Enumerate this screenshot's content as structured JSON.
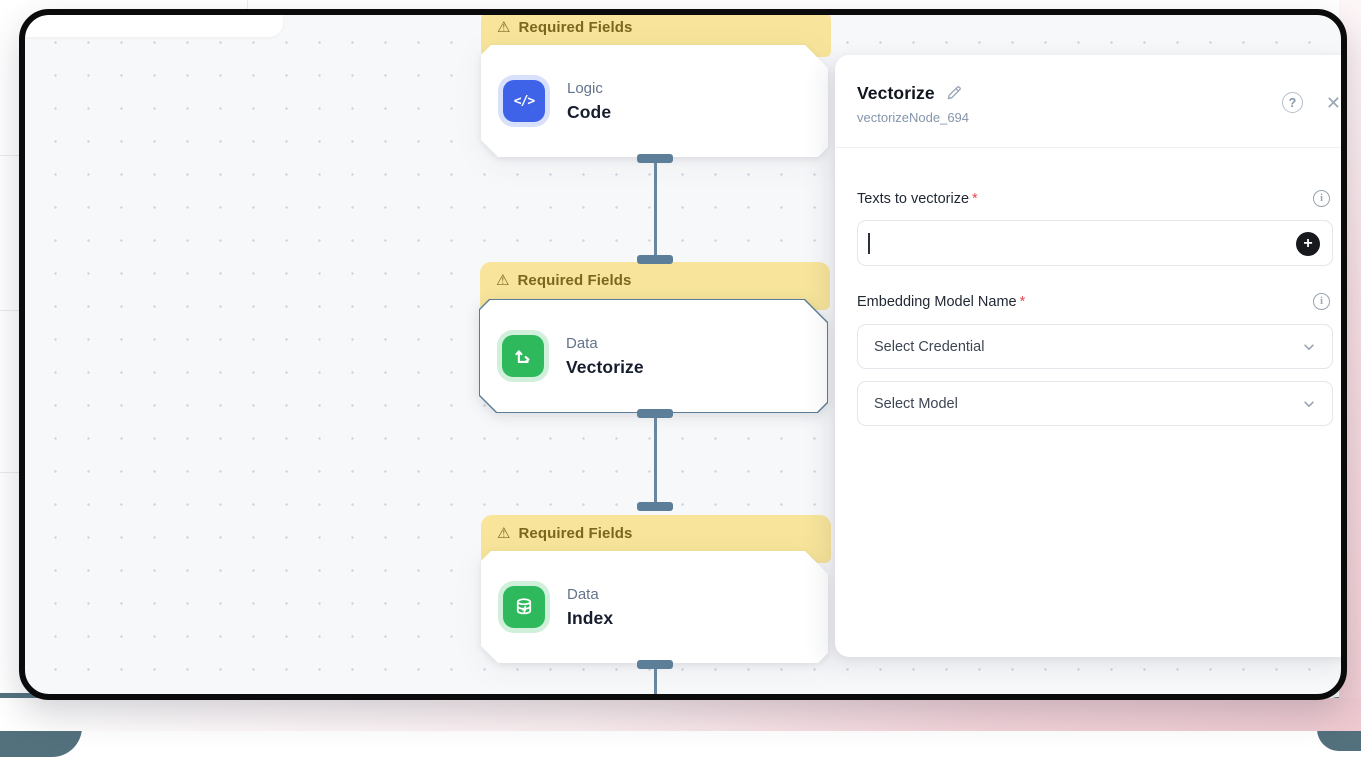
{
  "canvas": {
    "banner_text": "Required Fields",
    "nodes": [
      {
        "category": "Logic",
        "label": "Code",
        "icon": "code-icon"
      },
      {
        "category": "Data",
        "label": "Vectorize",
        "icon": "vector-axes-icon",
        "selected": true
      },
      {
        "category": "Data",
        "label": "Index",
        "icon": "database-bolt-icon"
      }
    ]
  },
  "panel": {
    "title": "Vectorize",
    "subtitle": "vectorizeNode_694",
    "required_mark": "*",
    "fields": [
      {
        "label": "Texts to vectorize"
      },
      {
        "label": "Embedding Model Name"
      }
    ],
    "select_credential": "Select Credential",
    "select_model": "Select Model"
  },
  "icons": {
    "warning": "⚠",
    "close": "✕",
    "help": "?",
    "info": "i",
    "plus": "+",
    "code_glyph": "</>"
  },
  "colors": {
    "banner_bg": "#f8e59b",
    "banner_text": "#7d671f",
    "node_blue": "#3e63e9",
    "node_green": "#2fb95d",
    "edge": "#5d7e98",
    "required": "#e5484d",
    "canvas_bg": "#f7f8fa"
  }
}
